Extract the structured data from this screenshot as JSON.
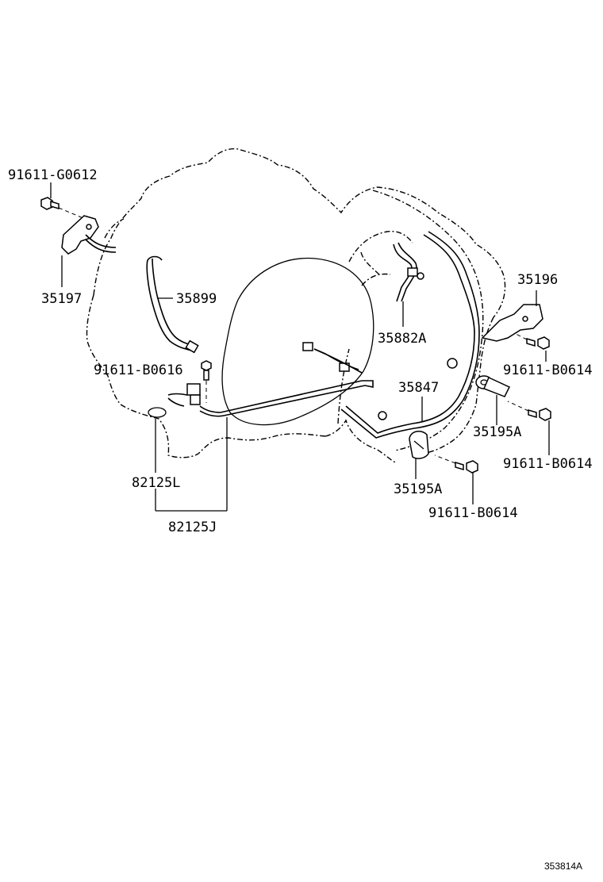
{
  "diagram": {
    "callouts": {
      "c1": "91611-G0612",
      "c2": "35197",
      "c3": "35899",
      "c4": "91611-B0616",
      "c5": "82125L",
      "c6": "82125J",
      "c7": "35882A",
      "c8": "35196",
      "c9": "91611-B0614",
      "c10": "35847",
      "c11": "35195A",
      "c12": "91611-B0614",
      "c13": "35195A",
      "c14": "91611-B0614"
    },
    "figure_number": "353814A"
  }
}
